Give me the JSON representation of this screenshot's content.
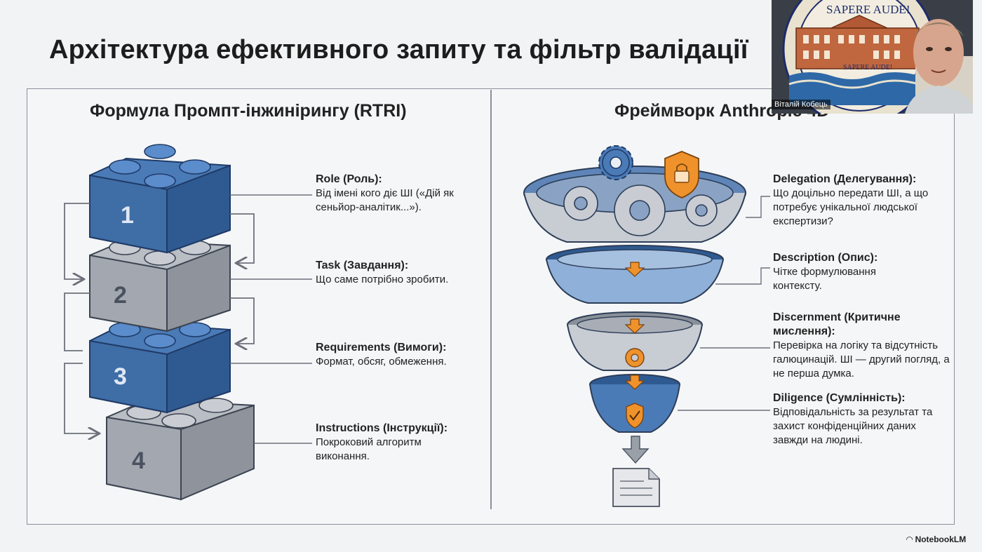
{
  "slide": {
    "title": "Архітектура ефективного запиту та фільтр валідації"
  },
  "left_panel": {
    "title": "Формула Промпт-інжинірингу (RTRI)",
    "blocks": [
      {
        "number": "1",
        "color": "#4a7bb7"
      },
      {
        "number": "2",
        "color": "#b9bdc4"
      },
      {
        "number": "3",
        "color": "#4a7bb7"
      },
      {
        "number": "4",
        "color": "#b9bdc4"
      }
    ],
    "items": [
      {
        "label": "Role (Роль):",
        "desc": "Від імені кого діє ШІ («Дій як сеньйор-аналітик...»)."
      },
      {
        "label": "Task (Завдання):",
        "desc": "Що саме потрібно зробити."
      },
      {
        "label": "Requirements (Вимоги):",
        "desc": "Формат, обсяг, обмеження."
      },
      {
        "label": "Instructions (Інструкції):",
        "desc": "Покроковий алгоритм виконання."
      }
    ]
  },
  "right_panel": {
    "title": "Фреймворк Anthropic 4D",
    "icons": [
      "gear-icon",
      "lock-icon",
      "shield-check-icon",
      "document-icon"
    ],
    "items": [
      {
        "label": "Delegation (Делегування):",
        "desc": "Що доцільно передати ШІ, а що потребує унікальної людської експертизи?"
      },
      {
        "label": "Description (Опис):",
        "desc": "Чітке формулювання контексту."
      },
      {
        "label": "Discernment (Критичне мислення):",
        "desc": "Перевірка на логіку та відсутність галюцинацій. ШІ — другий погляд, а не перша думка."
      },
      {
        "label": "Diligence (Сумлінність):",
        "desc": "Відповідальність за результат та захист конфіденційних даних завжди на людині."
      }
    ]
  },
  "webcam": {
    "participant_name": "Віталій Кобець",
    "seal_motto": "SAPERE AUDE!"
  },
  "branding": {
    "logo_text": "NotebookLM"
  },
  "colors": {
    "blue": "#4a7bb7",
    "gray": "#b9bdc4",
    "orange": "#f0922b",
    "line": "#6c717b"
  }
}
